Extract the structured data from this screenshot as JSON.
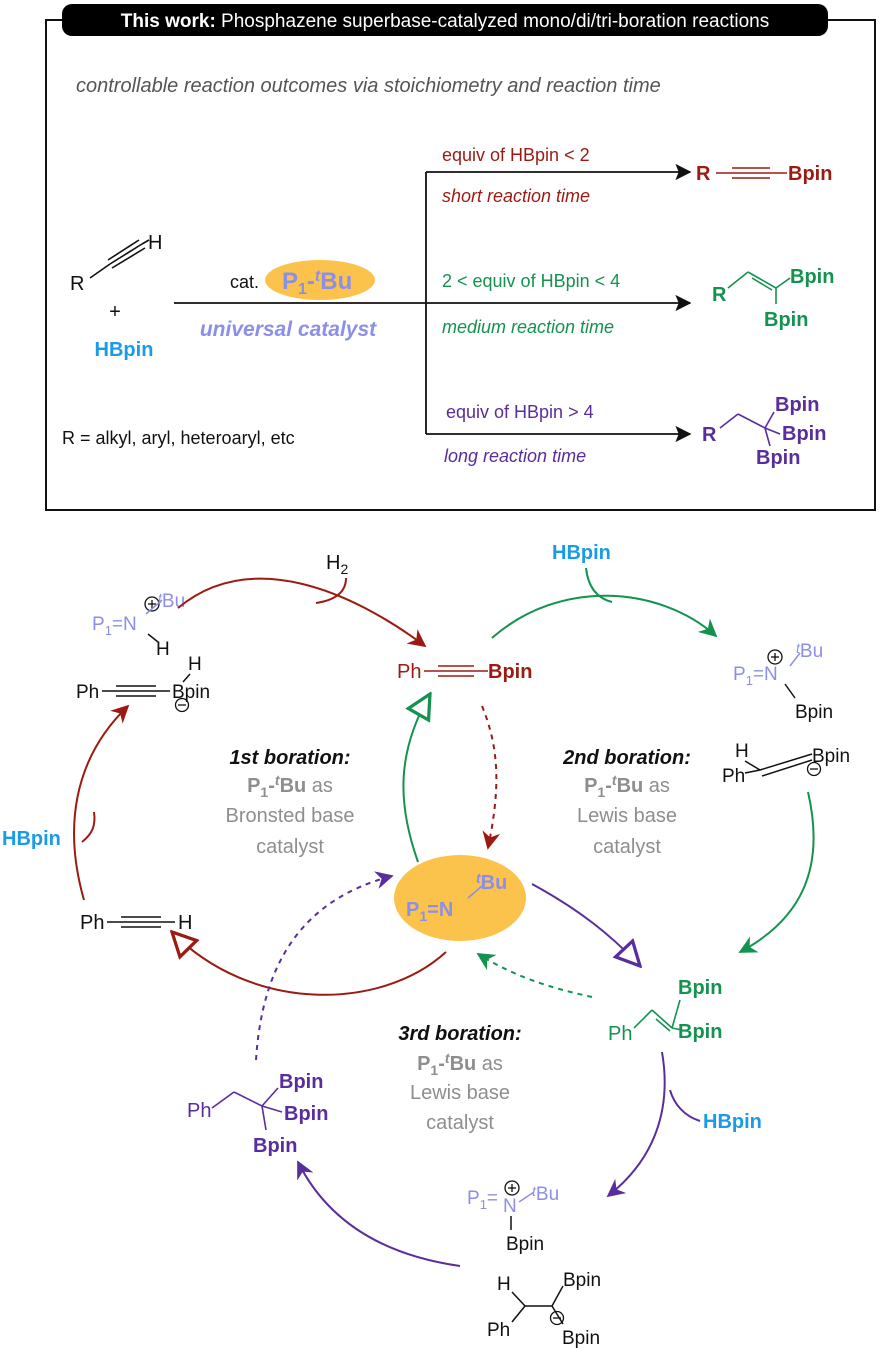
{
  "colors": {
    "red": "#9b1b12",
    "green": "#14924f",
    "purple": "#5a2d9c",
    "blue": "#1a9be8",
    "catalyst_text": "#8b8fe8",
    "catalyst_fill": "#fbc34c",
    "gray": "#8e8e8e",
    "black": "#111111"
  },
  "panel": {
    "banner_bold": "This work:",
    "banner_rest": " Phosphazene superbase-catalyzed mono/di/tri-boration reactions",
    "subtitle": "controllable reaction outcomes via stoichiometry and reaction time",
    "alkyne_r": "R",
    "alkyne_h": "H",
    "plus": "+",
    "hbpin": "HBpin",
    "cat_prefix": "cat.",
    "cat_p": "P",
    "cat_sub": "1",
    "cat_dash": "-",
    "cat_t": "t",
    "cat_bu": "Bu",
    "universal": "universal catalyst",
    "r_def": "R = alkyl, aryl, heteroaryl, etc",
    "branch1_cond": "equiv of HBpin < 2",
    "branch1_time": "short reaction time",
    "branch2_cond": "2 < equiv of HBpin < 4",
    "branch2_time": "medium reaction time",
    "branch3_cond": "equiv of HBpin > 4",
    "branch3_time": "long reaction time",
    "prod1_r": "R",
    "prod1_bpin": "Bpin",
    "prod2_r": "R",
    "prod2_bpin1": "Bpin",
    "prod2_bpin2": "Bpin",
    "prod3_r": "R",
    "prod3_bpin1": "Bpin",
    "prod3_bpin2": "Bpin",
    "prod3_bpin3": "Bpin"
  },
  "cycle": {
    "h2": "H",
    "h2_sub": "2",
    "hbpin_top": "HBpin",
    "hbpin_left": "HBpin",
    "hbpin_right": "HBpin",
    "center_p": "P",
    "center_sub": "1",
    "center_eq": "=N",
    "center_t": "t",
    "center_bu": "Bu",
    "ph_alkyne_bpin_ph": "Ph",
    "ph_alkyne_bpin_b": "Bpin",
    "int1_p": "P",
    "int1_sub": "1",
    "int1_eqn": "=N",
    "int1_t": "t",
    "int1_bu": "Bu",
    "int1_h": "H",
    "int1_ph": "Ph",
    "int1_h2": "H",
    "int1_bpin": "Bpin",
    "ph_alkyne_h_ph": "Ph",
    "ph_alkyne_h_h": "H",
    "int2_p": "P",
    "int2_sub": "1",
    "int2_eqn": "=N",
    "int2_t": "t",
    "int2_bu": "Bu",
    "int2_bpin_n": "Bpin",
    "int2_h": "H",
    "int2_ph": "Ph",
    "int2_bpin": "Bpin",
    "alkene_ph": "Ph",
    "alkene_bpin1": "Bpin",
    "alkene_bpin2": "Bpin",
    "int3_p": "P",
    "int3_sub": "1",
    "int3_eqn": "=N",
    "int3_t": "t",
    "int3_bu": "Bu",
    "int3_bpin_n": "Bpin",
    "int3_h": "H",
    "int3_ph": "Ph",
    "int3_bpin1": "Bpin",
    "int3_bpin2": "Bpin",
    "tri_ph": "Ph",
    "tri_bpin1": "Bpin",
    "tri_bpin2": "Bpin",
    "tri_bpin3": "Bpin",
    "first_title": "1st boration:",
    "first_p": "P",
    "first_sub": "1",
    "first_dash": "-",
    "first_t": "t",
    "first_bu": "Bu",
    "first_as": " as",
    "first_l2": "Bronsted base",
    "first_l3": "catalyst",
    "second_title": "2nd boration:",
    "second_p": "P",
    "second_sub": "1",
    "second_dash": "-",
    "second_t": "t",
    "second_bu": "Bu",
    "second_as": " as",
    "second_l2": "Lewis base",
    "second_l3": "catalyst",
    "third_title": "3rd boration:",
    "third_p": "P",
    "third_sub": "1",
    "third_dash": "-",
    "third_t": "t",
    "third_bu": "Bu",
    "third_as": " as",
    "third_l2": "Lewis base",
    "third_l3": "catalyst"
  }
}
